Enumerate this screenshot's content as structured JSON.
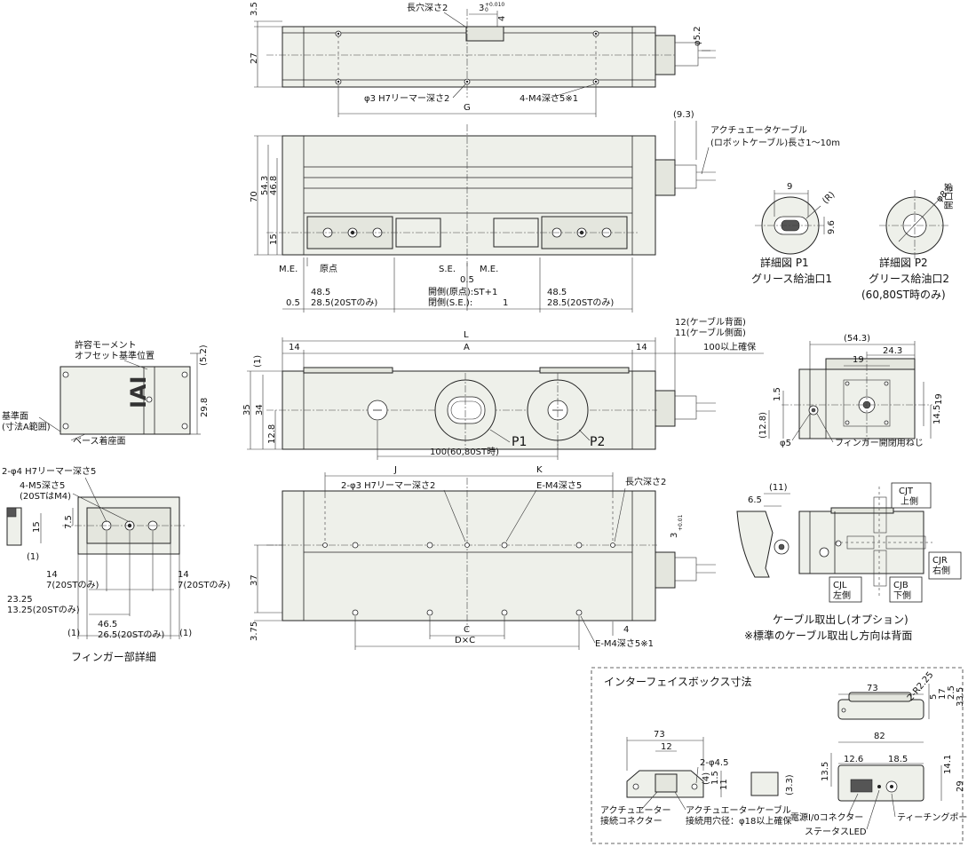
{
  "top_view": {
    "dim_3_5": "3.5",
    "dim_27": "27",
    "slot_depth": "長穴深さ2",
    "slot_width": "3",
    "slot_tol": "+0.010",
    "slot_tol0": "0",
    "dim_4": "4",
    "dim_phi5_2": "φ5.2",
    "reamer": "φ3 H7リーマー深さ2",
    "tap": "4-M4深さ5※1",
    "dim_G": "G"
  },
  "side_view": {
    "dim_9_3": "(9.3)",
    "cable_label_1": "アクチュエータケーブル",
    "cable_label_2": "(ロボットケーブル)長さ1～10m",
    "dim_70": "70",
    "dim_54_3": "54.3",
    "dim_46_8": "46.8",
    "dim_15": "15",
    "me_left": "M.E.",
    "origin": "原点",
    "se": "S.E.",
    "me_right": "M.E.",
    "dim_0_5_center": "0.5",
    "dim_48_5_left": "48.5",
    "dim_28_5_left": "28.5(20STのみ)",
    "dim_0_5_left": "0.5",
    "open_origin": "開側(原点):ST+1",
    "close_se_label": "閉側(S.E.):",
    "close_se_value": "1",
    "dim_48_5_right": "48.5",
    "dim_28_5_right": "28.5(20STのみ)"
  },
  "detail_p1": {
    "dim_9": "9",
    "r": "(R)",
    "dim_9_6": "9.6",
    "title": "詳細図 P1",
    "sub": "グリース給油口1"
  },
  "detail_p2": {
    "dim_phi8_5": "φ8.5",
    "open": "開口部",
    "title": "詳細図 P2",
    "sub": "グリース給油口2",
    "note": "(60,80ST時のみ)"
  },
  "left_end": {
    "moment_1": "許容モーメント",
    "moment_2": "オフセット基準位置",
    "dim_5_2": "(5.2)",
    "dim_29_8": "29.8",
    "ref_1": "基準面",
    "ref_2": "(寸法A範囲)",
    "base": "ベース着座面"
  },
  "front_view": {
    "dim_L": "L",
    "dim_14_left": "14",
    "dim_A": "A",
    "dim_14_right": "14",
    "dim_12": "12(ケーブル背面)",
    "dim_11": "11(ケーブル側面)",
    "dim_100": "100以上確保",
    "dim_1": "(1)",
    "dim_35": "35",
    "dim_34": "34",
    "dim_12_8": "12.8",
    "p1": "P1",
    "p2": "P2",
    "dim_100_60": "100(60,80ST時)"
  },
  "right_end": {
    "dim_54_3": "(54.3)",
    "dim_24_3": "24.3",
    "dim_19_top": "19",
    "dim_1_5": "1.5",
    "dim_19_side": "19",
    "dim_14_5": "14.5",
    "dim_12_8": "(12.8)",
    "dim_phi5": "φ5",
    "finger_screw": "フィンガー開閉用ねじ"
  },
  "finger_detail": {
    "reamer": "2-φ4 H7リーマー深さ5",
    "tap_1": "4-M5深さ5",
    "tap_2": "(20STはM4)",
    "dim_7_5": "7.5",
    "dim_15": "15",
    "dim_1_small": "(1)",
    "dim_14": "14",
    "dim_7_20": "7(20STのみ)",
    "dim_14_r": "14",
    "dim_7_20_r": "7(20STのみ)",
    "dim_23_25": "23.25",
    "dim_13_25": "13.25(20STのみ)",
    "dim_46_5": "46.5",
    "dim_26_5": "26.5(20STのみ)",
    "dim_1_left": "(1)",
    "dim_1_right": "(1)",
    "title": "フィンガー部詳細"
  },
  "bottom_view": {
    "dim_J": "J",
    "dim_K": "K",
    "slot": "長穴深さ2",
    "reamer": "2-φ3 H7リーマー深さ2",
    "tap": "E-M4深さ5",
    "dim_3": "3",
    "dim_3_tol": "+0.01",
    "dim_37": "37",
    "dim_3_75": "3.75",
    "dim_C": "C",
    "dim_DxC": "D×C",
    "dim_4": "4",
    "tap_bottom": "E-M4深さ5※1"
  },
  "cable_option": {
    "dim_6_5": "6.5",
    "dim_11": "(11)",
    "cjt_1": "CJT",
    "cjt_2": "上側",
    "cjr_1": "CJR",
    "cjr_2": "右側",
    "cjl_1": "CJL",
    "cjl_2": "左側",
    "cjb_1": "CJB",
    "cjb_2": "下側",
    "title": "ケーブル取出し(オプション)",
    "note": "※標準のケーブル取出し方向は背面"
  },
  "interface_box": {
    "title": "インターフェイスボックス寸法",
    "dim_73_top": "73",
    "dim_2_r2_25": "2-R2.25",
    "dim_5": "5",
    "dim_17": "17",
    "dim_2_5": "2.5",
    "dim_33_5": "33.5",
    "dim_73": "73",
    "dim_12": "12",
    "dim_2_phi4_5": "2-φ4.5",
    "dim_4": "(4)",
    "dim_1_5": "1.5",
    "dim_11": "11",
    "dim_3_3": "(3.3)",
    "dim_82": "82",
    "dim_12_6": "12.6",
    "dim_18_5": "18.5",
    "dim_13_5": "13.5",
    "dim_14_1": "14.1",
    "dim_29": "29",
    "act_conn_1": "アクチュエーター",
    "act_conn_2": "接続コネクター",
    "act_cable_1": "アクチュエーターケーブル",
    "act_cable_2": "接続用穴径：φ18以上確保",
    "power_io": "電源I/0コネクター",
    "status_led": "ステータスLED",
    "teaching": "ティーチングポート"
  }
}
